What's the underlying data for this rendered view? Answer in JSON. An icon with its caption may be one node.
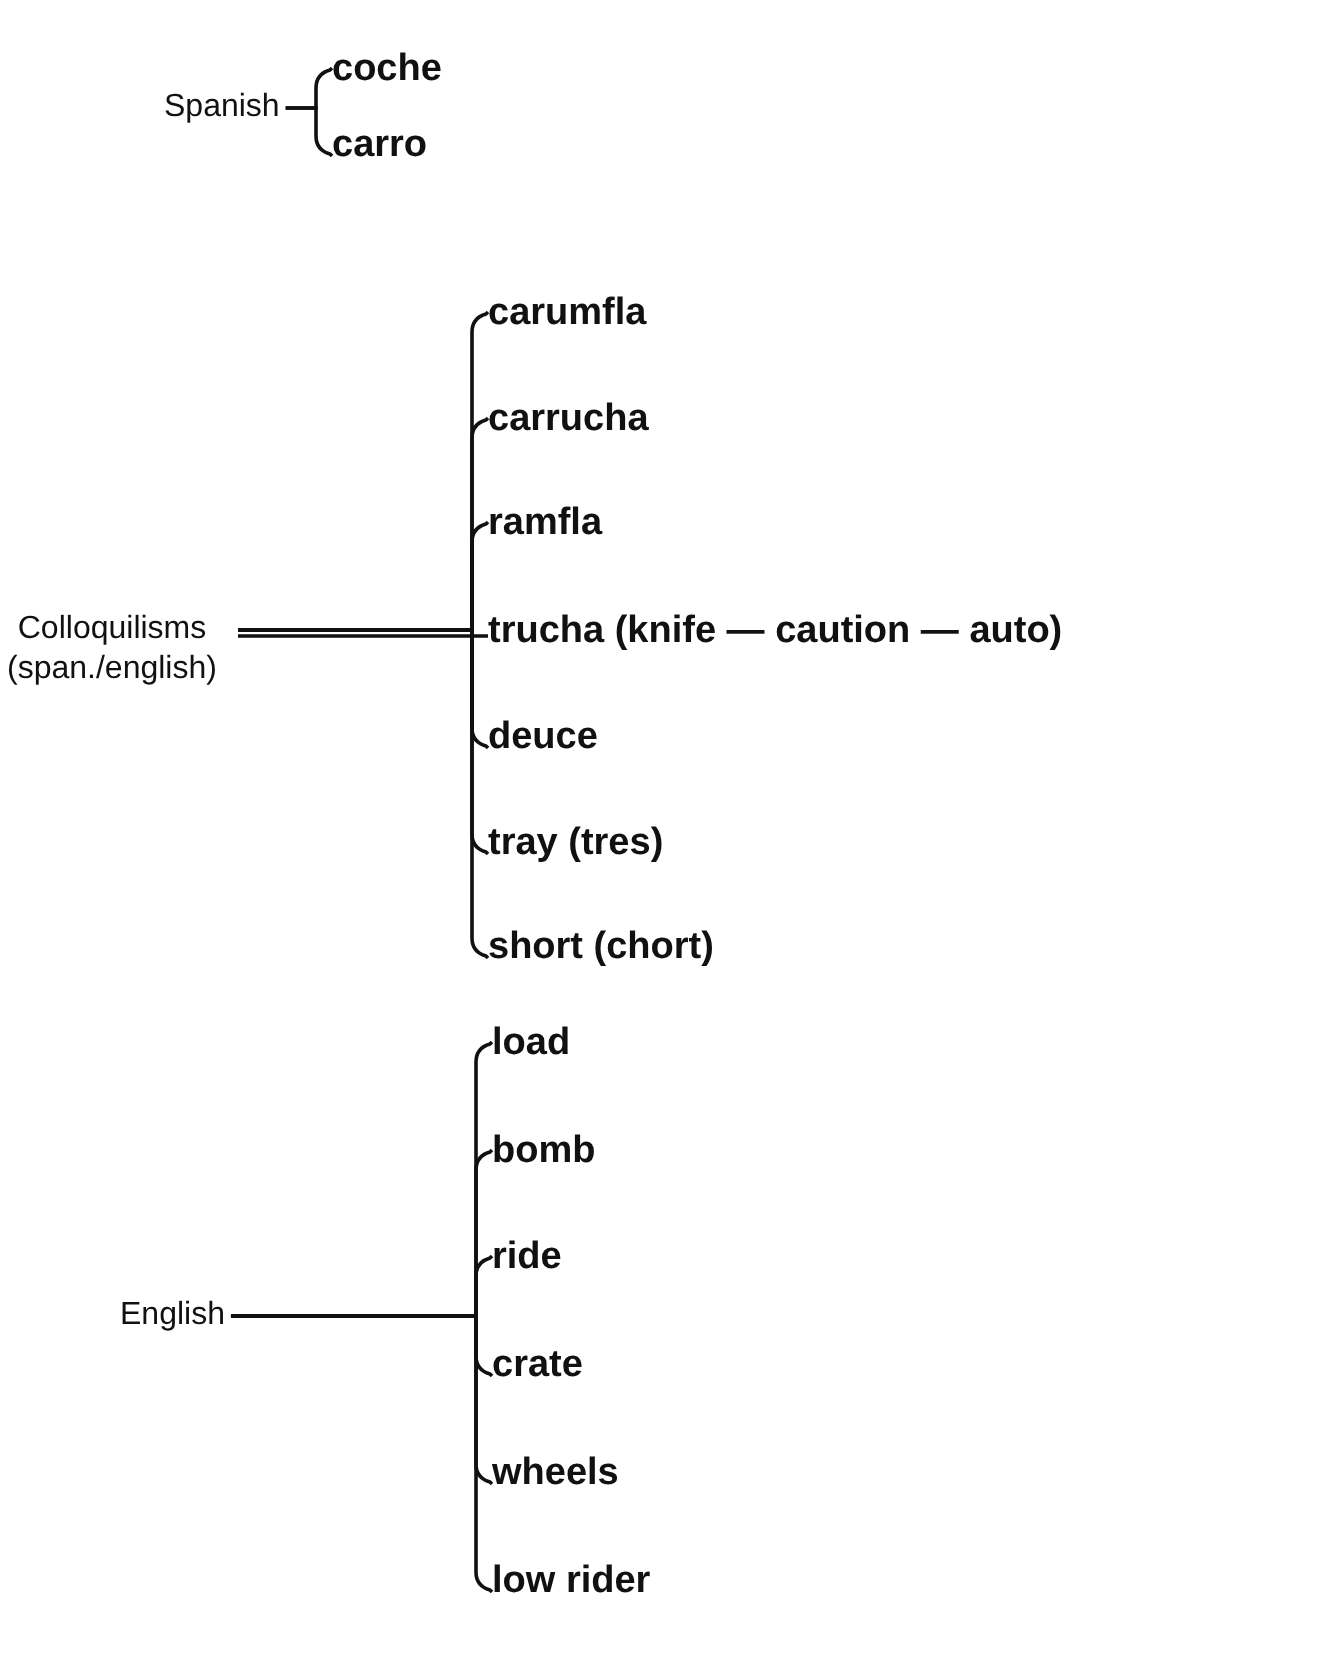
{
  "diagram": {
    "nodes": [
      {
        "text": [
          "Spanish"
        ]
      },
      {
        "text": [
          "coche"
        ]
      },
      {
        "text": [
          "carro"
        ]
      },
      {
        "text": [
          "Colloquilisms (span./english)"
        ]
      },
      {
        "text": [
          "carumfla"
        ]
      },
      {
        "text": [
          "carrucha"
        ]
      },
      {
        "text": [
          "ramfla"
        ]
      },
      {
        "text": [
          "trucha (knife — caution — auto)"
        ]
      },
      {
        "text": [
          "deuce"
        ]
      },
      {
        "text": [
          "tray (tres)"
        ]
      },
      {
        "text": [
          "short (chort)"
        ]
      },
      {
        "text": [
          "English"
        ]
      },
      {
        "text": [
          "load"
        ]
      },
      {
        "text": [
          "bomb"
        ]
      },
      {
        "text": [
          "ride"
        ]
      },
      {
        "text": [
          "crate"
        ]
      },
      {
        "text": [
          "wheels"
        ]
      },
      {
        "text": [
          "low rider"
        ]
      }
    ],
    "edges": [
      {
        "from": 0,
        "to": 1,
        "arrow": "none"
      },
      {
        "from": 0,
        "to": 2,
        "arrow": "none"
      },
      {
        "from": 3,
        "to": 4,
        "arrow": "none"
      },
      {
        "from": 3,
        "to": 5,
        "arrow": "none"
      },
      {
        "from": 3,
        "to": 6,
        "arrow": "none"
      },
      {
        "from": 3,
        "to": 7,
        "arrow": "none"
      },
      {
        "from": 3,
        "to": 8,
        "arrow": "none"
      },
      {
        "from": 3,
        "to": 9,
        "arrow": "none"
      },
      {
        "from": 3,
        "to": 10,
        "arrow": "none"
      },
      {
        "from": 11,
        "to": 12,
        "arrow": "none"
      },
      {
        "from": 11,
        "to": 13,
        "arrow": "none"
      },
      {
        "from": 11,
        "to": 14,
        "arrow": "none"
      },
      {
        "from": 11,
        "to": 15,
        "arrow": "none"
      },
      {
        "from": 11,
        "to": 16,
        "arrow": "none"
      },
      {
        "from": 11,
        "to": 17,
        "arrow": "none"
      }
    ]
  }
}
